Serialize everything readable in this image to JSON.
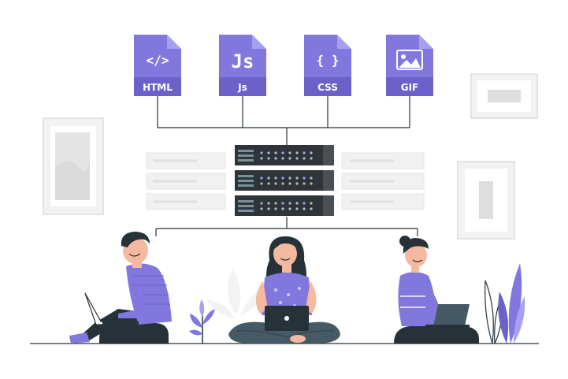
{
  "colors": {
    "accent": "#8277dd",
    "accent_dark": "#6c60c9",
    "accent_light": "#a79ff0",
    "server": "#2f3438",
    "server_light": "#4a4f54",
    "frame": "#e8e8e8",
    "frame_inner": "#d5d5d5",
    "ground": "#263238",
    "skin": "#f5b9a0",
    "hair": "#263238"
  },
  "files": [
    {
      "symbol": "</>",
      "label": "HTML",
      "icon": "code-icon"
    },
    {
      "symbol": "Js",
      "label": "Js",
      "icon": "javascript-icon"
    },
    {
      "symbol": "{ }",
      "label": "CSS",
      "icon": "braces-icon"
    },
    {
      "symbol": "",
      "label": "GIF",
      "icon": "image-icon"
    }
  ],
  "server_racks": 3,
  "people": [
    {
      "name": "man-with-laptop",
      "pose": "sitting-reclined"
    },
    {
      "name": "woman-with-laptop-center",
      "pose": "cross-legged"
    },
    {
      "name": "woman-with-laptop-right",
      "pose": "sitting"
    }
  ],
  "plants": [
    "left-plant",
    "right-plant-white",
    "right-plant-purple"
  ]
}
